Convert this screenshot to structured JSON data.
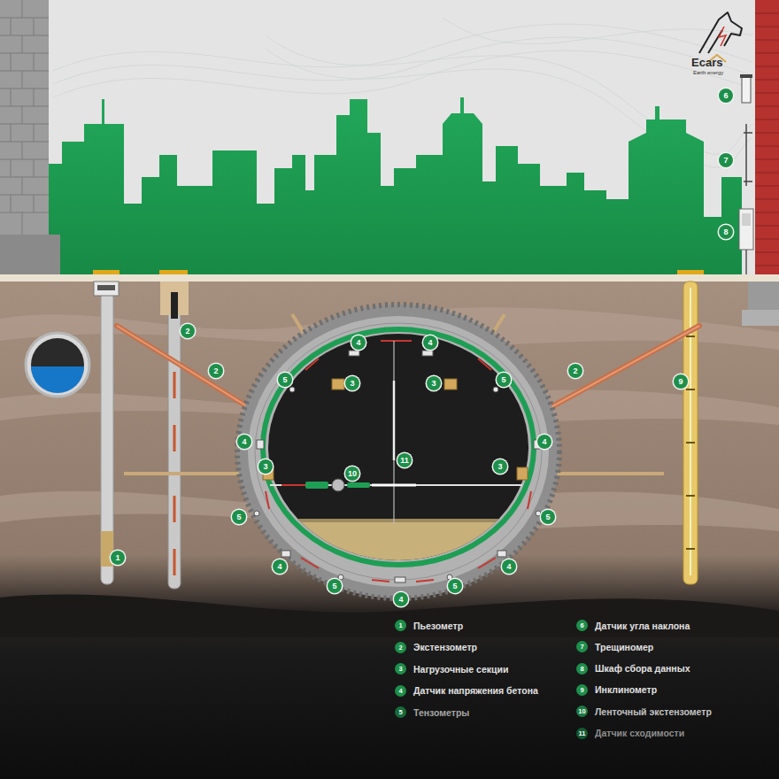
{
  "diagram": {
    "labels": [
      "Ecars",
      "Earth energy",
      "6",
      "7",
      "8",
      "1",
      "2",
      "2",
      "2",
      "9",
      "4",
      "4",
      "5",
      "5",
      "3",
      "3",
      "4",
      "4",
      "3",
      "3",
      "11",
      "10",
      "5",
      "5",
      "4",
      "4",
      "5",
      "5",
      "4",
      "1",
      "2",
      "3",
      "4",
      "5",
      "6",
      "7",
      "8",
      "9",
      "10",
      "11"
    ],
    "legend": [
      {
        "text": "Пьезометр",
        "color": "#1e8f4a"
      },
      {
        "text": "Экстензометр",
        "color": "#1e8f4a"
      },
      {
        "text": "Нагрузочные секции",
        "color": "#1e8f4a"
      },
      {
        "text": "Датчик напряжения бетона",
        "color": "#1e8f4a"
      },
      {
        "text": "Тензометры",
        "color": "#176b3a"
      },
      {
        "text": "Датчик угла наклона",
        "color": "#1e8f4a"
      },
      {
        "text": "Трещиномер",
        "color": "#1e8f4a"
      },
      {
        "text": "Шкаф сбора данных",
        "color": "#1e8f4a"
      },
      {
        "text": "Инклинометр",
        "color": "#1e8f4a"
      },
      {
        "text": "Ленточный экстензометр",
        "color": "#1a7a42"
      },
      {
        "text": "Датчик сходимости",
        "color": "#145a31"
      }
    ]
  }
}
